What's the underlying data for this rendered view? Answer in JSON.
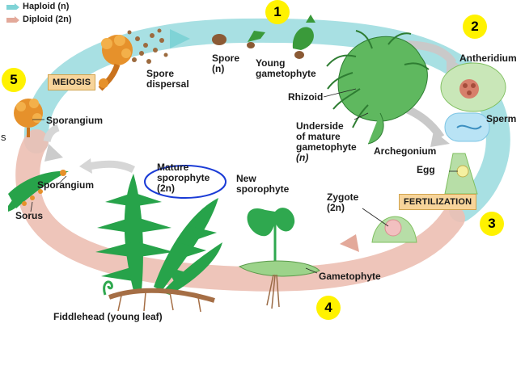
{
  "legend": {
    "haploid": "Haploid (n)",
    "diploid": "Diploid (2n)",
    "haploid_color": "#7fd3d6",
    "diploid_color": "#e3a99a"
  },
  "stages": {
    "step1": "1",
    "step2": "2",
    "step3": "3",
    "step4": "4",
    "step5": "5"
  },
  "process_boxes": {
    "meiosis": "MEIOSIS",
    "fertilization": "FERTILIZATION"
  },
  "labels": {
    "spore": "Spore",
    "spore_n": "(n)",
    "young_gametophyte_1": "Young",
    "young_gametophyte_2": "gametophyte",
    "spore_dispersal_1": "Spore",
    "spore_dispersal_2": "dispersal",
    "antheridium": "Antheridium",
    "rhizoid": "Rhizoid",
    "sperm": "Sperm",
    "underside_1": "Underside",
    "underside_2": "of mature",
    "underside_3": "gametophyte",
    "underside_4": "(n)",
    "archegonium": "Archegonium",
    "egg": "Egg",
    "sporangium_top": "Sporangium",
    "sporangium_left": "Sporangium",
    "sorus": "Sorus",
    "mature_sporophyte_1": "Mature",
    "mature_sporophyte_2": "sporophyte",
    "mature_sporophyte_3": "(2n)",
    "new_sporophyte_1": "New",
    "new_sporophyte_2": "sporophyte",
    "zygote_1": "Zygote",
    "zygote_2": "(2n)",
    "gametophyte": "Gametophyte",
    "fiddlehead": "Fiddlehead (young leaf)",
    "edge_letter": "s"
  },
  "colors": {
    "number_badge": "#fff200",
    "process_box": "#f7d49a",
    "plant_green": "#2fa84f",
    "annotation_circle": "#1a3bd6"
  }
}
